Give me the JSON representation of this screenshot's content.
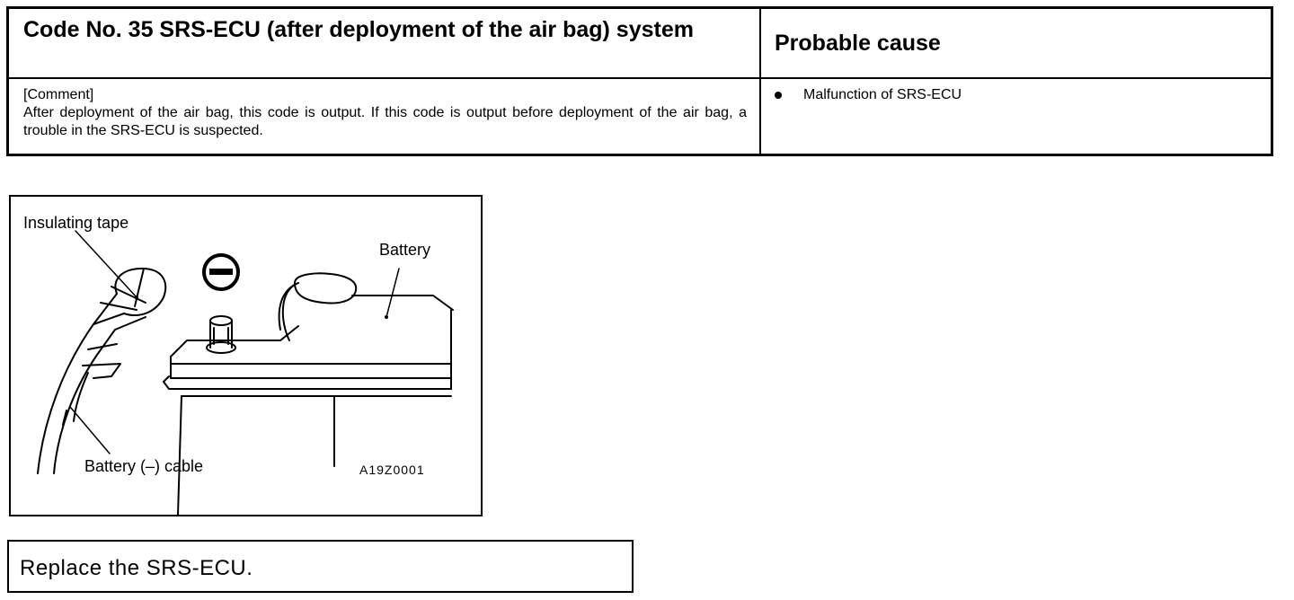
{
  "table": {
    "header_code": "Code No. 35 SRS-ECU (after deployment of the air bag) system",
    "header_cause": "Probable cause",
    "comment_label": "[Comment]",
    "comment_text": "After deployment of the air bag, this code is output.  If this code is output before deployment of the air bag, a trouble in the SRS-ECU is suspected.",
    "causes": [
      "Malfunction of SRS-ECU"
    ]
  },
  "figure": {
    "label_tape": "Insulating tape",
    "label_battery": "Battery",
    "label_cable": "Battery (–) cable",
    "figure_id": "A19Z0001",
    "terminal_symbol": "minus-circle-icon"
  },
  "action": {
    "text": "Replace the SRS-ECU."
  }
}
